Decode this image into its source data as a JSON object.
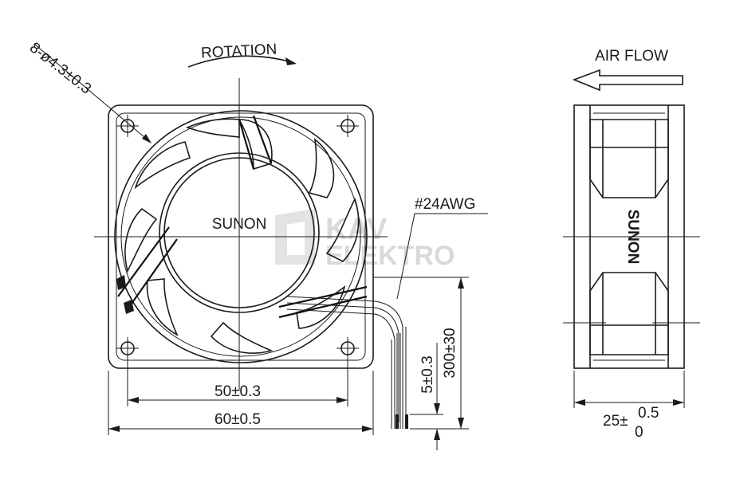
{
  "labels": {
    "rotation": "ROTATION",
    "air_flow": "AIR FLOW",
    "hole_spec": "8-ø4.3±0.3",
    "wire_gauge": "#24AWG",
    "brand_front": "SUNON",
    "brand_side": "SUNON",
    "dim_hole_spacing": "50±0.3",
    "dim_frame_width": "60±0.5",
    "dim_wire_strip": "5±0.3",
    "dim_wire_length": "300±30",
    "dim_depth_base": "25±",
    "dim_depth_upper_tol": "0.5",
    "dim_depth_lower_tol": "0"
  },
  "watermark": {
    "line1": "KAV",
    "line2": "ELEKTRO"
  },
  "colors": {
    "line": "#1a1a1a",
    "watermark": "#d9d9d9"
  }
}
